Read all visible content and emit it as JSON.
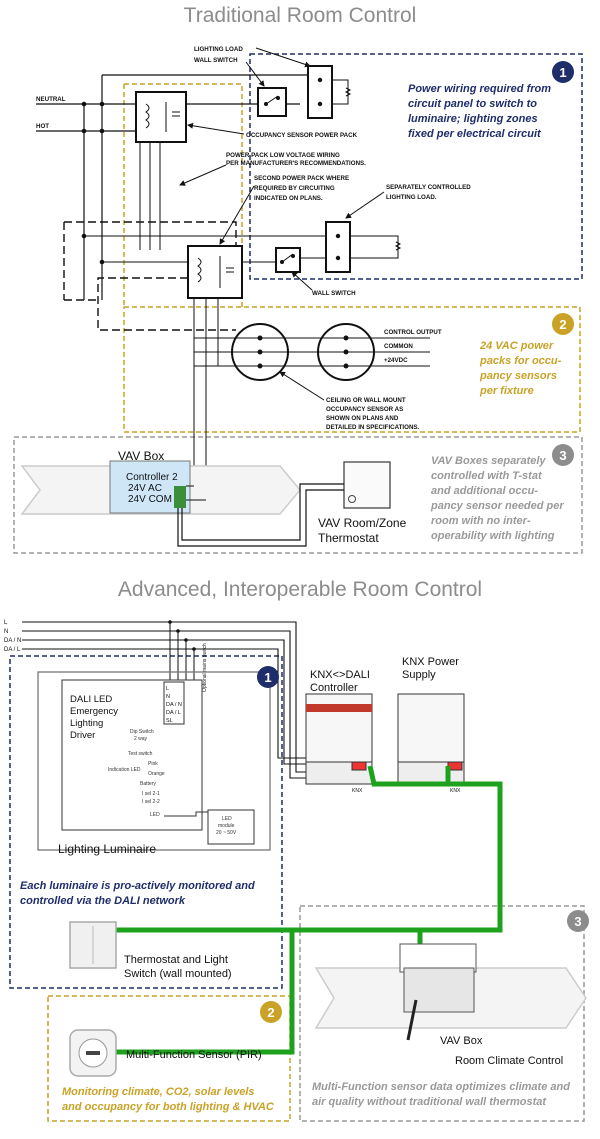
{
  "top": {
    "title": "Traditional Room Control",
    "wiring_labels": {
      "neutral": "NEUTRAL",
      "hot": "HOT",
      "lighting_load": "LIGHTING LOAD",
      "wall_switch": "WALL SWITCH",
      "occupancy_power_pack": "OCCUPANCY SENSOR POWER PACK",
      "power_pack_lv_1": "POWER PACK LOW VOLTAGE WIRING",
      "power_pack_lv_2": "PER MANUFACTURER'S RECOMMENDATIONS.",
      "second_pack_1": "SECOND POWER PACK WHERE",
      "second_pack_2": "REQUIRED BY CIRCUITING",
      "second_pack_3": "INDICATED ON PLANS.",
      "sep_load_1": "SEPARATELY CONTROLLED",
      "sep_load_2": "LIGHTING LOAD.",
      "wall_switch_2": "WALL SWITCH",
      "control_output": "CONTROL OUTPUT",
      "common": "COMMON",
      "vdc": "+24VDC",
      "ceiling_1": "CEILING OR WALL MOUNT",
      "ceiling_2": "OCCUPANCY SENSOR AS",
      "ceiling_3": "SHOWN ON PLANS AND",
      "ceiling_4": "DETAILED IN SPECIFICATIONS."
    },
    "badges": [
      "1",
      "2",
      "3"
    ],
    "note1": [
      "Power wiring required from",
      "circuit panel to switch to",
      "luminaire; lighting zones",
      "fixed per electrical circuit"
    ],
    "note2": [
      "24 VAC power",
      "packs for occu-",
      "pancy sensors",
      "per fixture"
    ],
    "note3": [
      "VAV Boxes separately",
      "controlled with T-stat",
      "and additional occu-",
      "pancy sensor needed per",
      "room with no inter-",
      "operability with lighting"
    ],
    "vav_box": "VAV Box",
    "controller": [
      "Controller 2",
      "24V AC",
      "24V COM"
    ],
    "thermostat": [
      "VAV Room/Zone",
      "Thermostat"
    ]
  },
  "bottom": {
    "title": "Advanced, Interoperable Room Control",
    "bus_labels": [
      "L",
      "N",
      "DA / N",
      "DA / L"
    ],
    "driver": [
      "DALI LED",
      "Emergency",
      "Lighting",
      "Driver"
    ],
    "driver_terms": [
      "L",
      "N",
      "DA / N",
      "DA / L",
      "SL"
    ],
    "driver_small": [
      "Dip Switch",
      "2 way",
      "Test switch",
      "Pink",
      "Indication LED",
      "Orange",
      "Battery",
      "I sel 2-1",
      "I sel 2-2",
      "LED"
    ],
    "led_module": [
      "LED",
      "module",
      "20 ~ 50V"
    ],
    "optional_mains": "Optional mains switch",
    "luminaire": "Lighting Luminaire",
    "knx_controller": [
      "KNX<>DALI",
      "Controller"
    ],
    "knx_power": [
      "KNX Power",
      "Supply"
    ],
    "knx_tag": "KNX",
    "badges": [
      "1",
      "2",
      "3"
    ],
    "note1": [
      "Each luminaire is pro-actively monitored and",
      "controlled via the DALI network"
    ],
    "thermostat_switch": [
      "Thermostat and Light",
      "Switch (wall mounted)"
    ],
    "sensor": "Multi-Function Sensor (PIR)",
    "note2": [
      "Monitoring climate, CO2, solar levels",
      "and occupancy for both lighting & HVAC"
    ],
    "vav_box": "VAV Box",
    "room_climate": "Room Climate Control",
    "note3": [
      "Multi-Function sensor data optimizes climate and",
      "air quality without traditional wall thermostat"
    ]
  },
  "colors": {
    "navy": "#1f2d6b",
    "gold": "#c9a227",
    "gray": "#8c8c8c",
    "green": "#1ea21e",
    "light_blue": "#cfe6f7"
  }
}
